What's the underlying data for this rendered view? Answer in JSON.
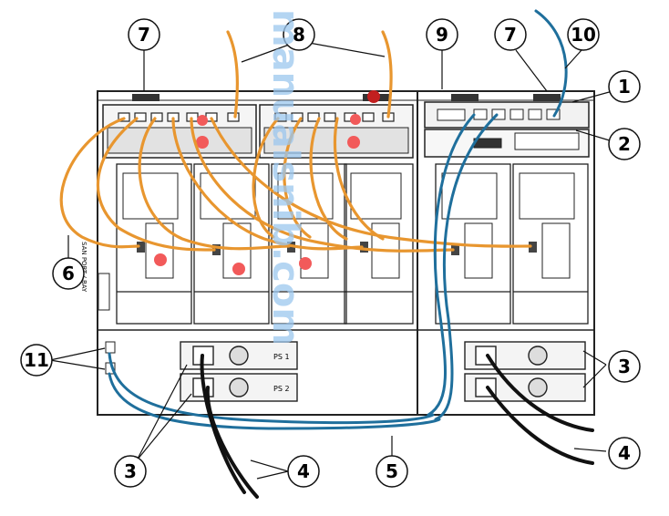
{
  "watermark": "manualsnib.com",
  "callouts": {
    "c1": "1",
    "c2": "2",
    "c3_left": "3",
    "c3_right": "3",
    "c4_left": "4",
    "c4_right": "4",
    "c5": "5",
    "c6": "6",
    "c7_left": "7",
    "c7_right": "7",
    "c8": "8",
    "c9": "9",
    "c10": "10",
    "c11": "11"
  },
  "psu_labels": {
    "left_top": "PS 1",
    "left_bottom": "PS 2"
  },
  "side_label": "SAN PORT / BAY",
  "colors": {
    "fibre_cable": "#e8962f",
    "network_cable": "#1f6f9c",
    "power_cable": "#111111",
    "chassis_line": "#222222",
    "indicator": "#f25a5a",
    "watermark": "#9cc7ee"
  }
}
